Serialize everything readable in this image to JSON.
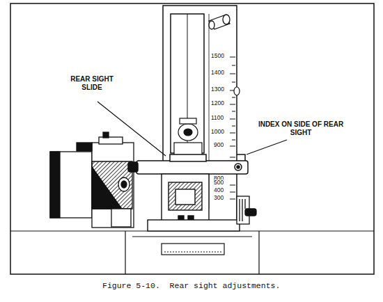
{
  "diagram": {
    "caption": "Figure 5-10.  Rear sight adjustments.",
    "labels": [
      "REAR SIGHT SLIDE",
      "INDEX ON SIDE OF REAR SIGHT",
      "1500",
      "1400",
      "1300",
      "1200",
      "1100",
      "1000",
      "900",
      "800",
      "500",
      "400",
      "300"
    ]
  }
}
